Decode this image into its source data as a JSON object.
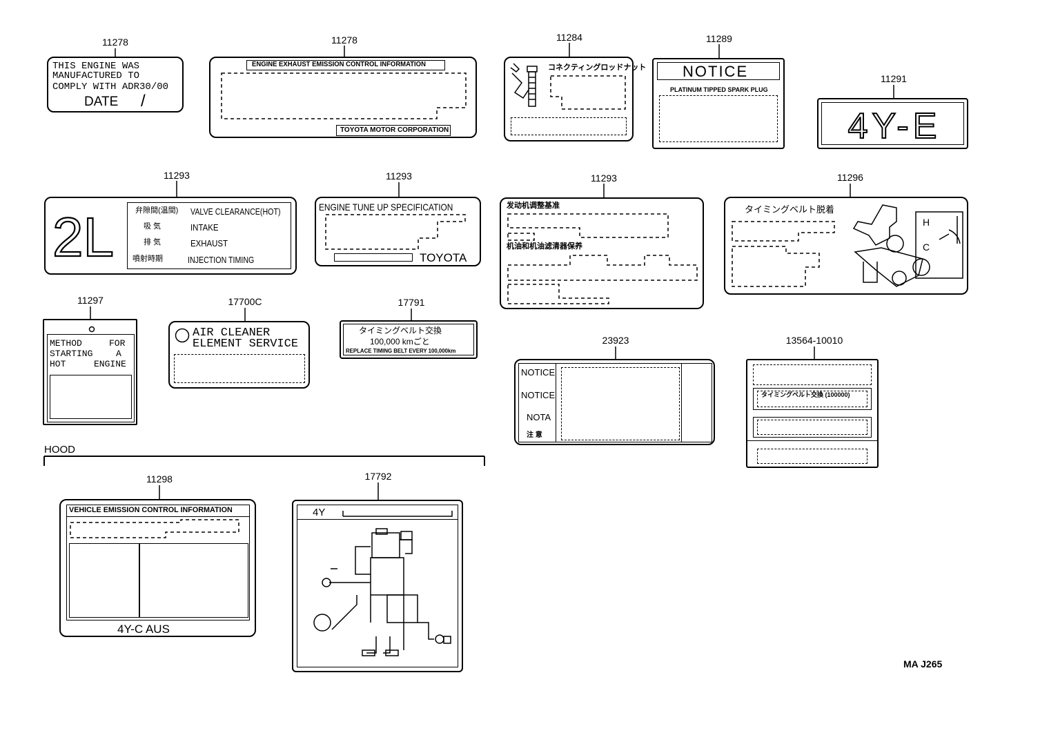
{
  "parts": {
    "p11278a": "11278",
    "p11278b": "11278",
    "p11284": "11284",
    "p11289": "11289",
    "p11291": "11291",
    "p11293a": "11293",
    "p11293b": "11293",
    "p11293c": "11293",
    "p11296": "11296",
    "p11297": "11297",
    "p17700c": "17700C",
    "p17791": "17791",
    "p23923": "23923",
    "p13564": "13564-10010",
    "p11298": "11298",
    "p17792": "17792"
  },
  "labels": {
    "adr": {
      "line1": "THIS ENGINE WAS",
      "line2": "MANUFACTURED TO",
      "line3": "COMPLY WITH ADR30/00",
      "line4": "DATE",
      "slash": "/"
    },
    "exhaust": {
      "header": "ENGINE EXHAUST EMISSION CONTROL INFORMATION",
      "footer": "TOYOTA MOTOR CORPORATION"
    },
    "connrod": {
      "title": "コネクティングロッドナット"
    },
    "notice": {
      "title": "NOTICE",
      "sub": "PLATINUM TIPPED SPARK PLUG"
    },
    "engine4ye": {
      "text": "4Y-E"
    },
    "valve2l": {
      "big": "2L",
      "rows": [
        {
          "jp": "弁隙間(温間)",
          "en": "VALVE CLEARANCE(HOT)"
        },
        {
          "jp": "吸 気",
          "en": "INTAKE"
        },
        {
          "jp": "排 気",
          "en": "EXHAUST"
        },
        {
          "jp": "噴射時期",
          "en": "INJECTION TIMING"
        }
      ]
    },
    "tuneup": {
      "title": "ENGINE TUNE UP SPECIFICATION",
      "brand": "TOYOTA"
    },
    "chinese": {
      "line1": "发动机调整基准",
      "line2": "机油和机油滤清器保养"
    },
    "timingbelt": {
      "title": "タイミングベルト脱着",
      "h": "H",
      "c": "C"
    },
    "hotstart": {
      "text": "METHOD FOR STARTING A HOT ENGINE",
      "w1": "METHOD",
      "w2": "FOR",
      "w3": "STARTING",
      "w4": "A",
      "w5": "HOT",
      "w6": "ENGINE"
    },
    "aircleaner": {
      "line1": "AIR CLEANER",
      "line2": "ELEMENT SERVICE"
    },
    "beltreplace": {
      "line1": "タイミングベルト交換",
      "line2": "100,000 kmごと",
      "line3": "REPLACE TIMING BELT EVERY 100,000km"
    },
    "notice2": {
      "r1": "NOTICE",
      "r2": "NOTICE",
      "r3": "NOTA",
      "r4": "注 意"
    },
    "lbl13564": {
      "mid": "タイミングベルト交換 (100000)"
    },
    "vehicle": {
      "header": "VEHICLE EMISSION CONTROL INFORMATION",
      "footer": "4Y-C AUS"
    },
    "vacuum": {
      "title": "4Y"
    }
  },
  "hood": "HOOD",
  "code": "MA J265"
}
